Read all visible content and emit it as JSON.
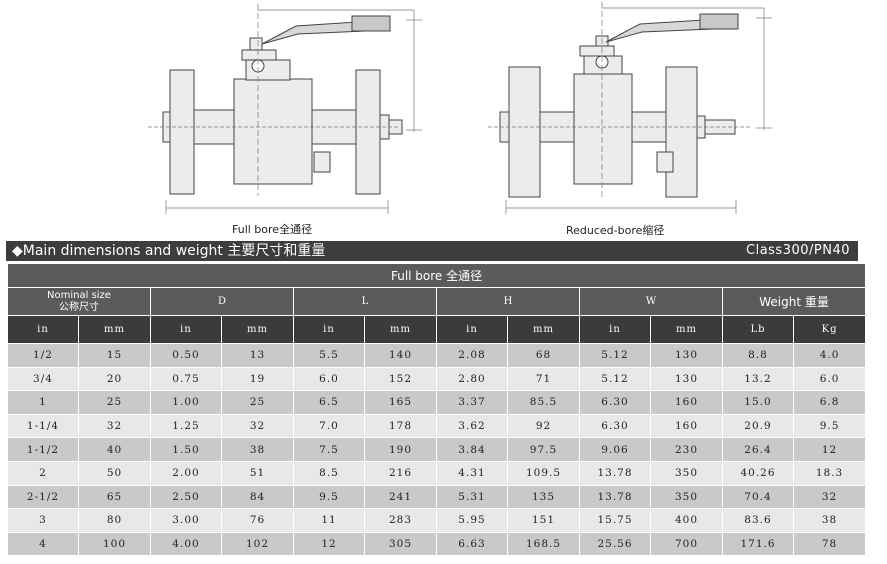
{
  "drawings": {
    "full_caption": "Full bore全通径",
    "reduced_caption": "Reduced-bore缩径"
  },
  "title": {
    "left": "◆Main dimensions and weight 主要尺寸和重量",
    "right": "Class300/PN40"
  },
  "table": {
    "main_header": "Full bore 全通径",
    "groups": {
      "nominal": "Nominal size",
      "nominal_cn": "公称尺寸",
      "d": "D",
      "l": "L",
      "h": "H",
      "w": "W",
      "weight": "Weight 重量"
    },
    "units": [
      "in",
      "mm",
      "in",
      "mm",
      "in",
      "mm",
      "in",
      "mm",
      "in",
      "mm",
      "Lb",
      "Kg"
    ],
    "rows": [
      [
        "1/2",
        "15",
        "0.50",
        "13",
        "5.5",
        "140",
        "2.08",
        "68",
        "5.12",
        "130",
        "8.8",
        "4.0"
      ],
      [
        "3/4",
        "20",
        "0.75",
        "19",
        "6.0",
        "152",
        "2.80",
        "71",
        "5.12",
        "130",
        "13.2",
        "6.0"
      ],
      [
        "1",
        "25",
        "1.00",
        "25",
        "6.5",
        "165",
        "3.37",
        "85.5",
        "6.30",
        "160",
        "15.0",
        "6.8"
      ],
      [
        "1-1/4",
        "32",
        "1.25",
        "32",
        "7.0",
        "178",
        "3.62",
        "92",
        "6.30",
        "160",
        "20.9",
        "9.5"
      ],
      [
        "1-1/2",
        "40",
        "1.50",
        "38",
        "7.5",
        "190",
        "3.84",
        "97.5",
        "9.06",
        "230",
        "26.4",
        "12"
      ],
      [
        "2",
        "50",
        "2.00",
        "51",
        "8.5",
        "216",
        "4.31",
        "109.5",
        "13.78",
        "350",
        "40.26",
        "18.3"
      ],
      [
        "2-1/2",
        "65",
        "2.50",
        "84",
        "9.5",
        "241",
        "5.31",
        "135",
        "13.78",
        "350",
        "70.4",
        "32"
      ],
      [
        "3",
        "80",
        "3.00",
        "76",
        "11",
        "283",
        "5.95",
        "151",
        "15.75",
        "400",
        "83.6",
        "38"
      ],
      [
        "4",
        "100",
        "4.00",
        "102",
        "12",
        "305",
        "6.63",
        "168.5",
        "25.56",
        "700",
        "171.6",
        "78"
      ]
    ]
  }
}
